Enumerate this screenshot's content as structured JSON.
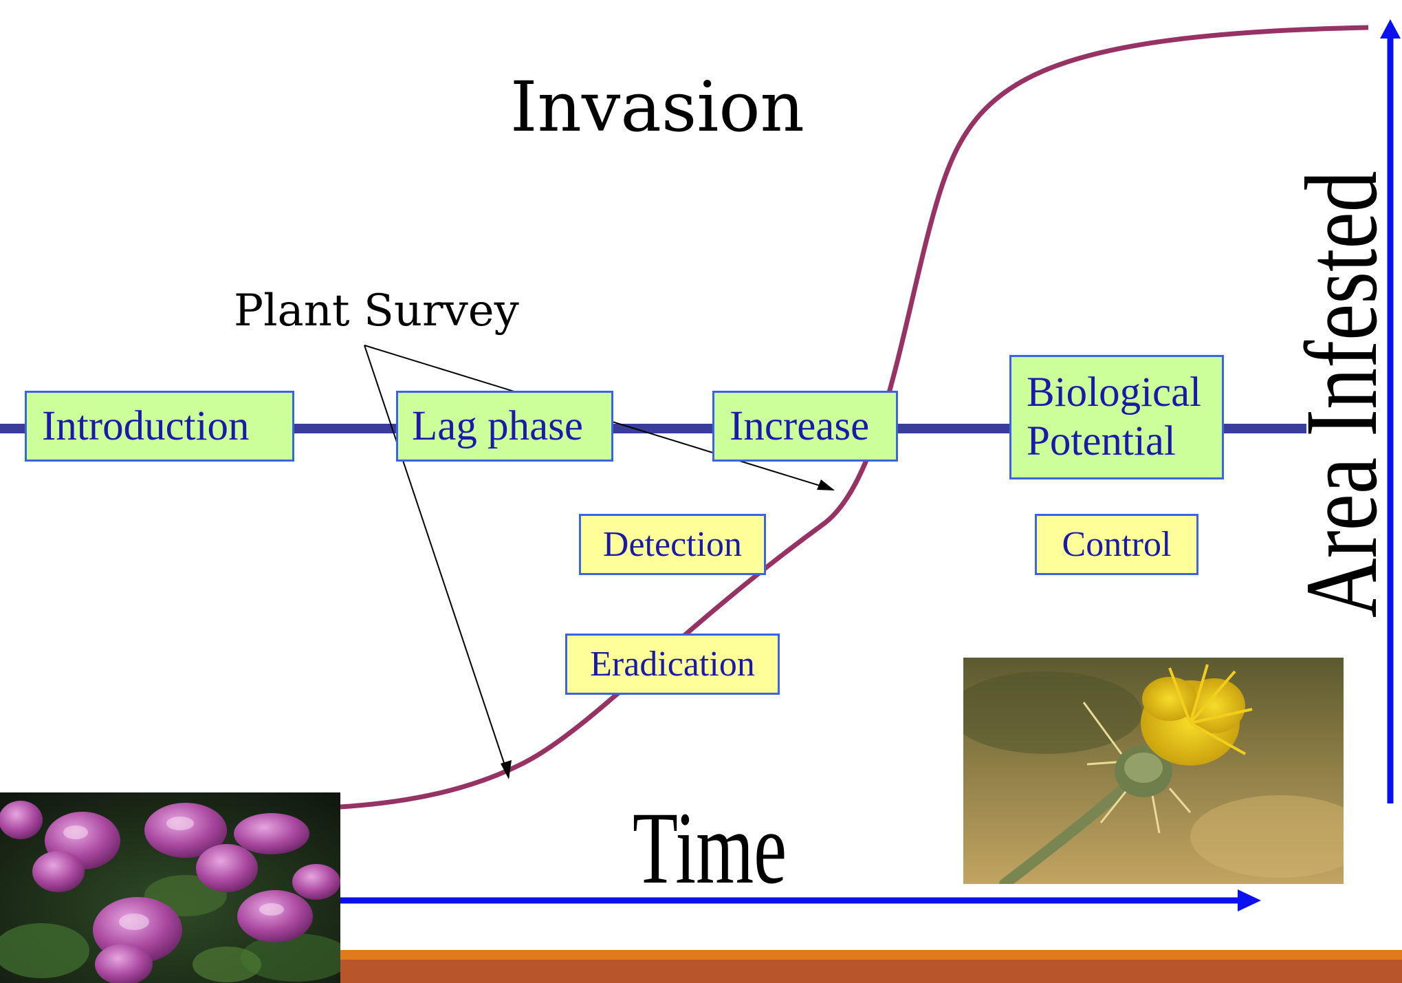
{
  "title": "Invasion",
  "annotation": "Plant Survey",
  "stages": {
    "introduction": "Introduction",
    "lag_phase": "Lag phase",
    "increase": "Increase",
    "biological_line1": "Biological",
    "biological_line2": "Potential"
  },
  "actions": {
    "detection": "Detection",
    "control": "Control",
    "eradication": "Eradication"
  },
  "axes": {
    "x_label": "Time",
    "y_label": "Area Infested"
  },
  "colors": {
    "timeline": "#3a3d9a",
    "curve": "#963264",
    "axis_arrow": "#0a10ee",
    "stage_fill": "#ccff99",
    "action_fill": "#ffff99",
    "box_border": "#3b63e6",
    "box_text": "#1a1aa8",
    "footer_orange": "#e07a1c",
    "footer_rust": "#b9552b"
  },
  "images": {
    "bottom_left": "purple-flower-photo",
    "bottom_right": "yellow-thistle-photo"
  }
}
